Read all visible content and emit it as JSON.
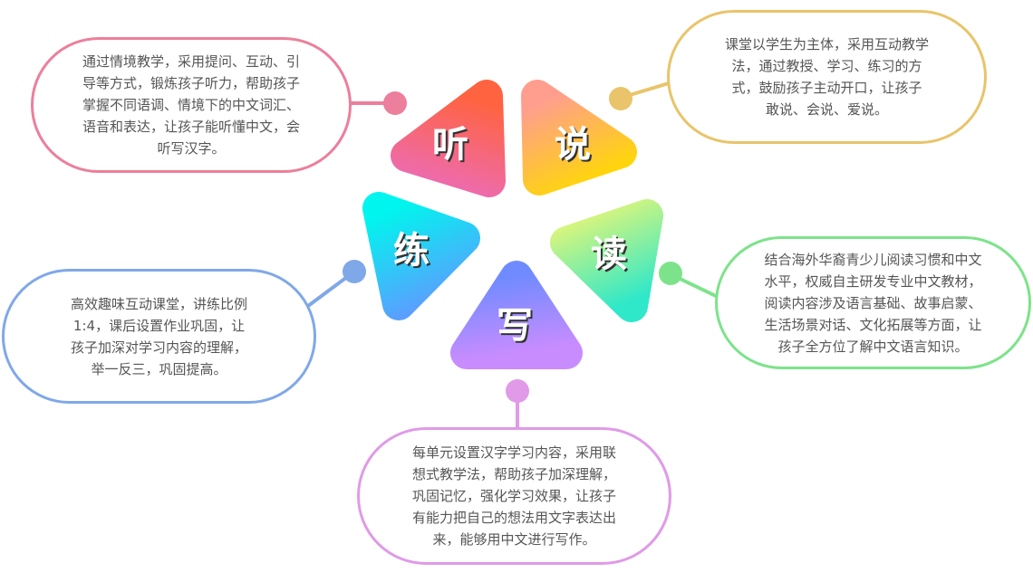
{
  "petals": [
    {
      "key": "listen",
      "label": "听",
      "colors": [
        "#FF6340",
        "#EE6BAA"
      ]
    },
    {
      "key": "speak",
      "label": "说",
      "colors": [
        "#FF9E8E",
        "#FFD60A"
      ]
    },
    {
      "key": "read",
      "label": "读",
      "colors": [
        "#D6F57E",
        "#2EE8C9"
      ]
    },
    {
      "key": "write",
      "label": "写",
      "colors": [
        "#6F8BFF",
        "#C98CFF"
      ]
    },
    {
      "key": "practice",
      "label": "练",
      "colors": [
        "#00F5EE",
        "#5A9FFF"
      ]
    }
  ],
  "bubbles": {
    "listen": {
      "color": "#EC7F9B",
      "lines": [
        "通过情境教学，采用提问、互动、引",
        "导等方式，锻炼孩子听力，帮助孩子",
        "掌握不同语调、情境下的中文词汇、",
        "语音和表达，让孩子能听懂中文，会",
        "听写汉字。"
      ]
    },
    "speak": {
      "color": "#E9C46A",
      "lines": [
        "课堂以学生为主体，采用互动教学",
        "法，通过教授、学习、练习的方",
        "式，鼓励孩子主动开口，让孩子",
        "敢说、会说、爱说。"
      ]
    },
    "read": {
      "color": "#7DE38A",
      "lines": [
        "结合海外华裔青少儿阅读习惯和中文",
        "水平，权威自主研发专业中文教材，",
        "阅读内容涉及语言基础、故事启蒙、",
        "生活场景对话、文化拓展等方面，让",
        "孩子全方位了解中文语言知识。"
      ]
    },
    "practice": {
      "color": "#7FA8E8",
      "lines": [
        "高效趣味互动课堂，讲练比例",
        "1:4，课后设置作业巩固，让",
        "孩子加深对学习内容的理解，",
        "举一反三，巩固提高。"
      ]
    },
    "write": {
      "color": "#E09AE8",
      "lines": [
        "每单元设置汉字学习内容，采用联",
        "想式教学法，帮助孩子加深理解，",
        "巩固记忆，强化学习效果，让孩子",
        "有能力把自己的想法用文字表达出",
        "来，能够用中文进行写作。"
      ]
    }
  }
}
